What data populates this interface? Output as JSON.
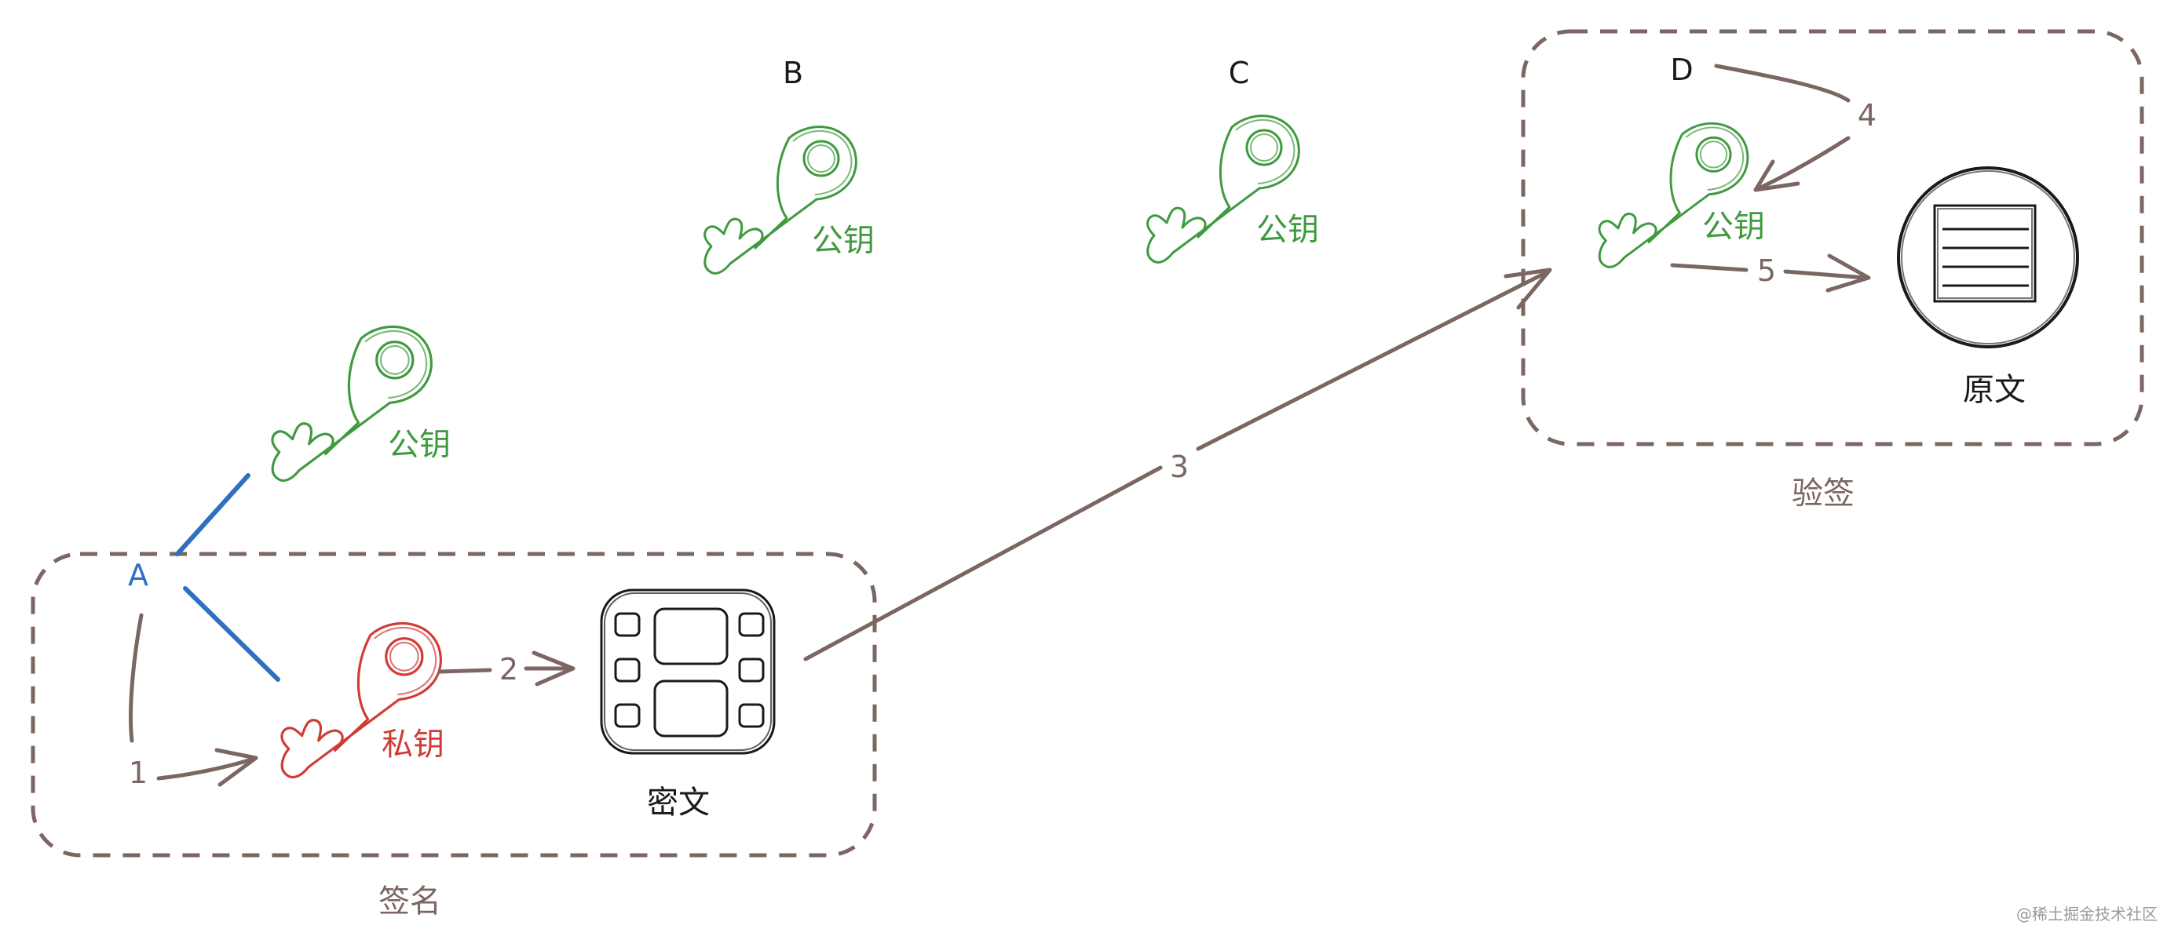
{
  "colors": {
    "green": "#3f9a3f",
    "red": "#d03b36",
    "blue": "#2f6fbf",
    "brown": "#7b6661",
    "black": "#1a1a1a",
    "watermark": "#9a9a9a"
  },
  "nodes": {
    "a": {
      "label": "A"
    },
    "b": {
      "label": "B"
    },
    "c": {
      "label": "C"
    },
    "d": {
      "label": "D"
    }
  },
  "keys": {
    "public_label": "公钥",
    "private_label": "私钥"
  },
  "groups": {
    "sign": "签名",
    "verify": "验签"
  },
  "items": {
    "ciphertext": "密文",
    "plaintext": "原文"
  },
  "steps": {
    "s1": "1",
    "s2": "2",
    "s3": "3",
    "s4": "4",
    "s5": "5"
  },
  "icons": {
    "public_key": "key-icon",
    "private_key": "key-icon",
    "ciphertext": "film-icon",
    "plaintext": "document-icon"
  },
  "watermark": "@稀土掘金技术社区"
}
